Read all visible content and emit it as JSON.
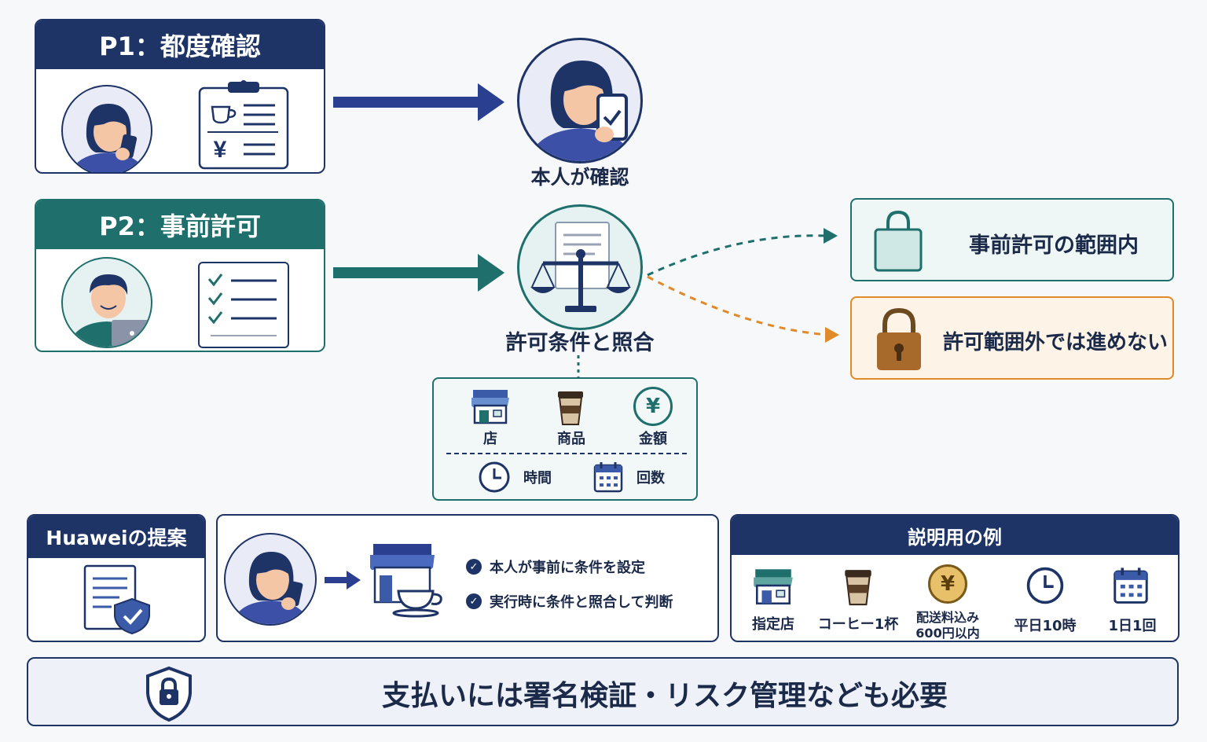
{
  "p1": {
    "title": "P1：都度確認",
    "yen": "¥"
  },
  "p2": {
    "title": "P2：事前許可"
  },
  "center": {
    "confirm_label": "本人が確認",
    "match_label": "許可条件と照合"
  },
  "outcomes": {
    "in_scope": "事前許可の範囲内",
    "out_scope": "許可範囲外では進めない"
  },
  "conditions": {
    "store": "店",
    "product": "商品",
    "amount": "金額",
    "yen": "¥",
    "time": "時間",
    "count": "回数"
  },
  "huawei": {
    "title": "Huaweiの提案",
    "points": [
      "本人が事前に条件を設定",
      "実行時に条件と照合して判断"
    ]
  },
  "example": {
    "title": "説明用の例",
    "items": [
      "指定店",
      "コーヒー1杯",
      "配送料込み",
      "600円以内",
      "平日10時",
      "1日1回"
    ],
    "yen": "¥"
  },
  "footer": {
    "text": "支払いには署名検証・リスク管理なども必要"
  },
  "colors": {
    "navy": "#1f3466",
    "teal": "#1f6f6c",
    "orange": "#e08a2a",
    "light_teal": "#e6f2f1"
  }
}
